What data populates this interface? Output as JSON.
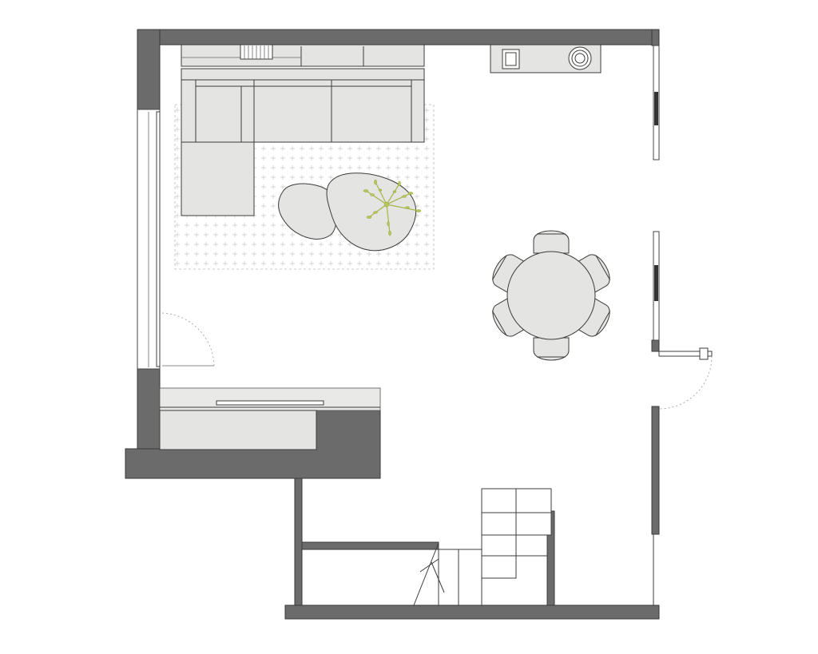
{
  "chart_data": {
    "type": "floor-plan",
    "rooms": [
      "living-area",
      "dining-area",
      "stair-hall"
    ],
    "furniture": [
      "l-sofa",
      "media-cabinet",
      "coffee-table-small",
      "coffee-table-large",
      "rug",
      "side-console",
      "round-dining-table",
      "dining-chair",
      "kitchen-counter",
      "staircase",
      "entrance-door"
    ],
    "dining_chairs": 6
  },
  "colors": {
    "wall": "#6b6b6b",
    "furniture_fill": "#e4e4e2",
    "plant": "#a7b645"
  }
}
